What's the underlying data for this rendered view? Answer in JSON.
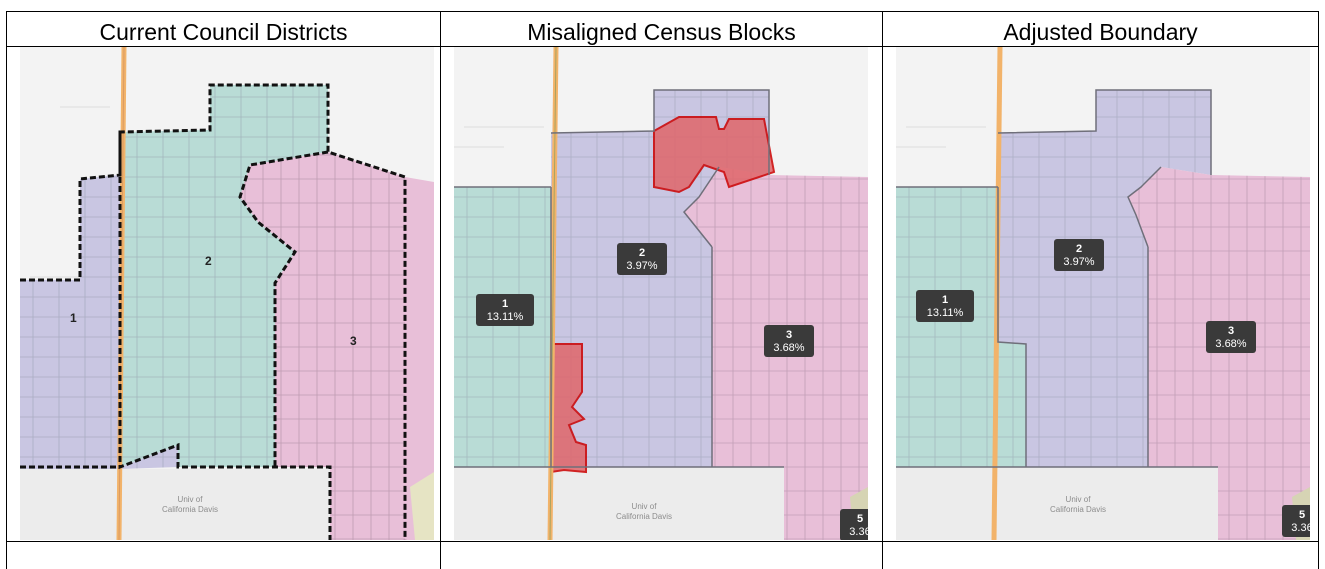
{
  "columns": [
    {
      "header": "Current Council Districts"
    },
    {
      "header": "Misaligned Census Blocks"
    },
    {
      "header": "Adjusted Boundary"
    }
  ],
  "maps": {
    "current": {
      "district_labels": [
        "1",
        "2",
        "3"
      ]
    },
    "misaligned": {
      "district_labels": [
        {
          "num": "1",
          "pct": "13.11%"
        },
        {
          "num": "2",
          "pct": "3.97%"
        },
        {
          "num": "3",
          "pct": "3.68%"
        },
        {
          "num": "5",
          "pct": "3.36"
        }
      ]
    },
    "adjusted": {
      "district_labels": [
        {
          "num": "1",
          "pct": "13.11%"
        },
        {
          "num": "2",
          "pct": "3.97%"
        },
        {
          "num": "3",
          "pct": "3.68%"
        },
        {
          "num": "5",
          "pct": "3.36"
        }
      ]
    },
    "campus_label": [
      "Univ of",
      "California Davis"
    ]
  },
  "colors": {
    "district_1_purple": "#c9c6e2",
    "district_2_teal": "#b9dcd6",
    "district_3_pink": "#e8bfd8",
    "highlight_red": "#e0666a",
    "highway_orange": "#f2b36a",
    "campus_grey": "#ececec"
  }
}
